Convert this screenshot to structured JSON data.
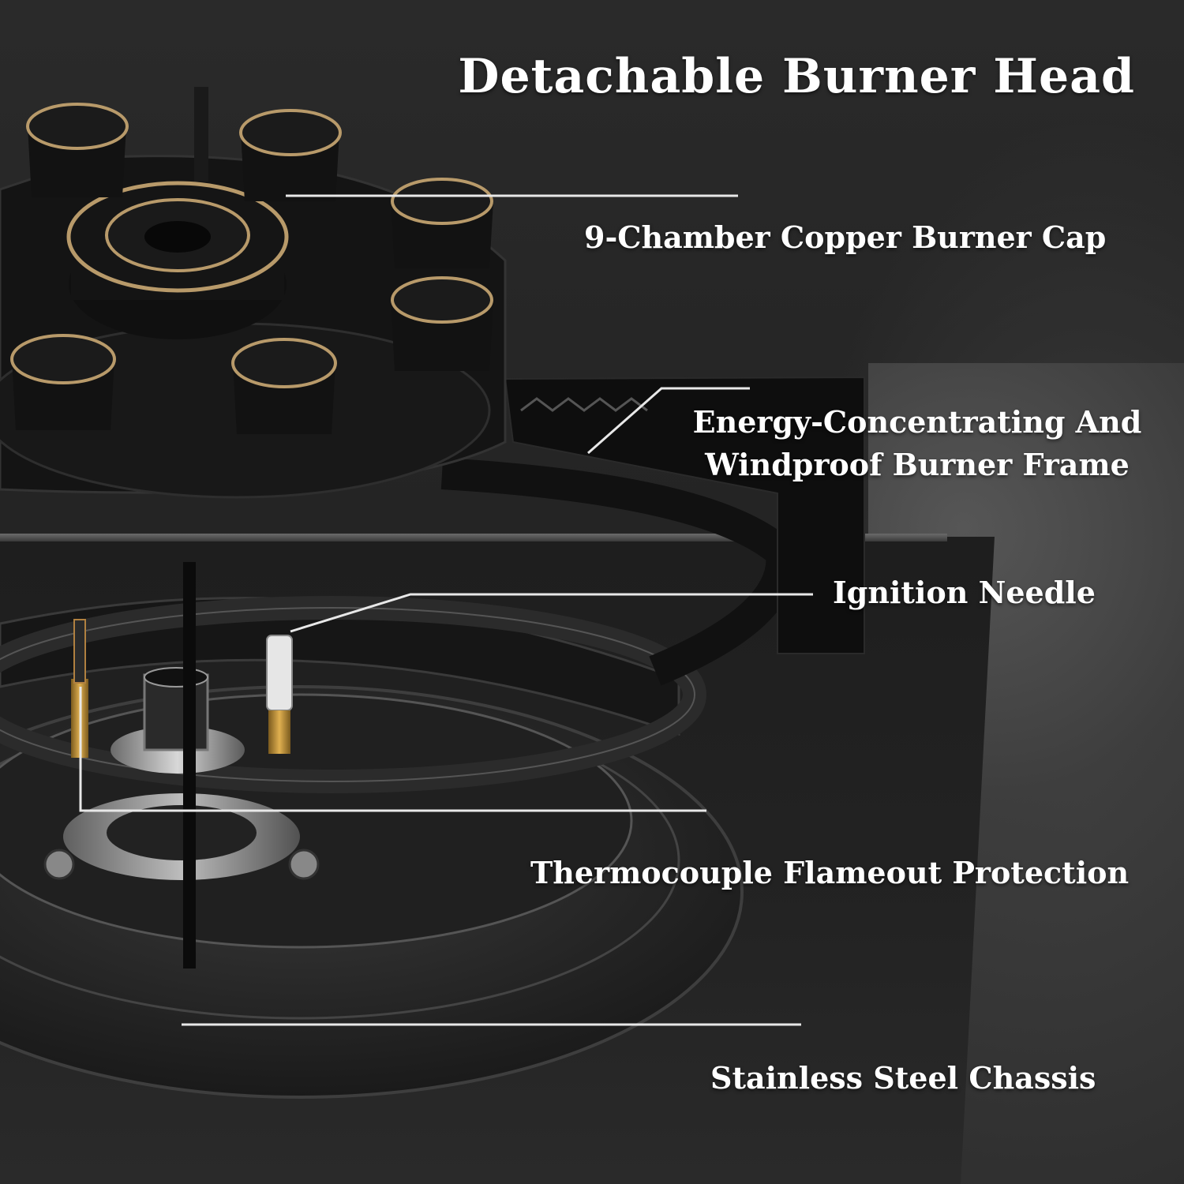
{
  "title": "Detachable Burner Head",
  "callouts": {
    "burner_cap": "9-Chamber Copper Burner Cap",
    "burner_frame_line1": "Energy-Concentrating And",
    "burner_frame_line2": "Windproof Burner Frame",
    "ignition_needle": "Ignition Needle",
    "thermocouple": "Thermocouple Flameout Protection",
    "chassis": "Stainless Steel Chassis"
  },
  "colors": {
    "background": "#242424",
    "burner_black": "#151515",
    "copper_ring": "#b89a6a",
    "text": "#ffffff",
    "leader_line": "#e8e8e8"
  }
}
